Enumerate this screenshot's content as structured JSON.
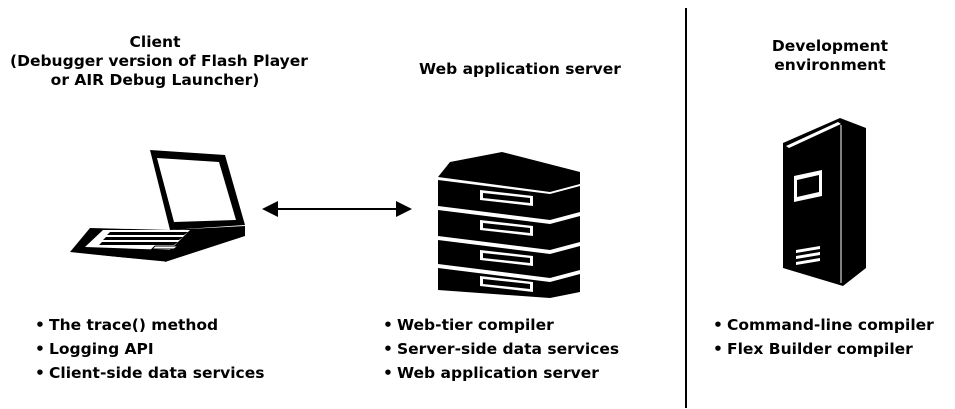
{
  "client": {
    "title_lines": [
      "Client",
      "(Debugger  version of Flash Player",
      "or AIR Debug Launcher)"
    ],
    "items": [
      "The trace() method",
      "Logging API",
      "Client-side data services"
    ]
  },
  "server": {
    "title_lines": [
      "Web application server"
    ],
    "items": [
      "Web-tier compiler",
      "Server-side data services",
      "Web application server"
    ]
  },
  "dev": {
    "title_lines": [
      "Development",
      "environment"
    ],
    "items": [
      "Command-line compiler",
      "Flex Builder compiler"
    ]
  },
  "bullet": "•",
  "icons": {
    "client": "laptop-icon",
    "server": "server-stack-icon",
    "dev": "tower-computer-icon",
    "connection": "double-arrow-icon"
  }
}
